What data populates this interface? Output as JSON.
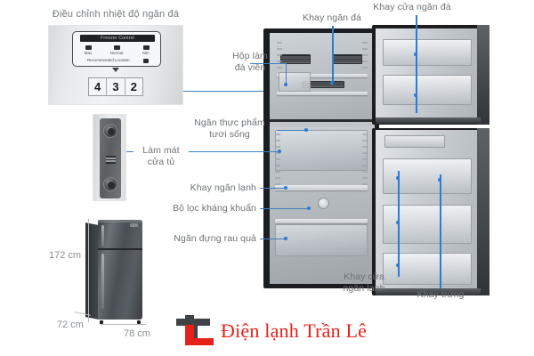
{
  "page": {
    "title": "Điều chỉnh nhiệt độ ngăn đá",
    "accent_line_color": "#3f7fc1",
    "label_color": "#6e7275",
    "background": "#ffffff"
  },
  "freezer_control": {
    "header": "Freezer Control",
    "levels": [
      "Max",
      "Normal",
      "Min"
    ],
    "recommended_note": "Recommended Location",
    "display_digits": [
      "4",
      "3",
      "2"
    ]
  },
  "labels": {
    "freezer_tray": "Khay ngăn đá",
    "freezer_door_tray": "Khay cửa ngăn đá",
    "ice_maker_box": "Hộp làm\nđá viên",
    "fresh_food_compartment": "Ngăn thực phẩm\ntươi sống",
    "door_cooling": "Làm mát\ncửa tủ",
    "cool_tray": "Khay ngăn lạnh",
    "antibacterial_filter": "Bộ lọc kháng khuẩn",
    "vegetable_drawer": "Ngăn đựng rau quả",
    "fridge_door_tray": "Khay cửa\nngăn lạnh",
    "egg_tray": "Khay trứng"
  },
  "dimensions": {
    "height": "172 cm",
    "depth": "72 cm",
    "width": "78 cm"
  },
  "logo": {
    "monogram": "TL",
    "brand_text": "Điện lạnh Trần Lê",
    "brand_color": "#e8201a",
    "mark_dark": "#3f4346"
  }
}
